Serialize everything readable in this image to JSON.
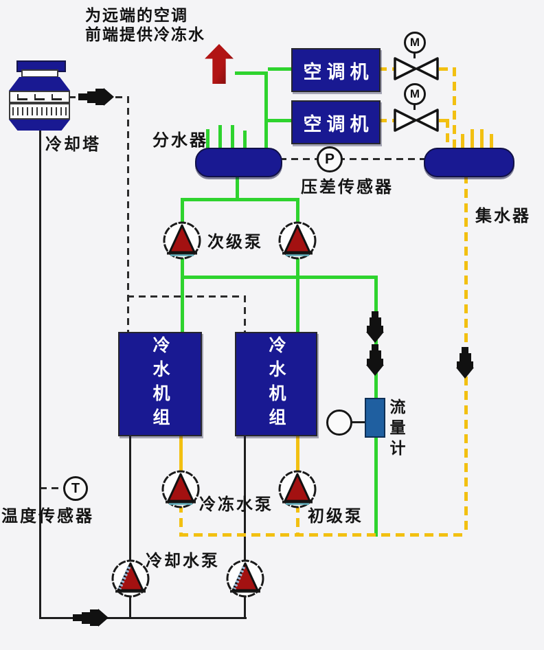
{
  "annotation": {
    "line1": "为远端的空调",
    "line2": "前端提供冷冻水"
  },
  "equipment": {
    "cooling_tower": "冷却塔",
    "distributor": "分水器",
    "collector": "集水器",
    "ac_unit_1": "空调机",
    "ac_unit_2": "空调机",
    "chiller_1": "冷水机组",
    "chiller_2": "冷水机组",
    "flow_meter": "流量计"
  },
  "pumps": {
    "secondary": "次级泵",
    "chilled_water": "冷冻水泵",
    "primary": "初级泵",
    "cooling_water": "冷却水泵"
  },
  "sensors": {
    "pressure_label": "压差传感器",
    "pressure_symbol": "P",
    "temperature_label": "温度传感器",
    "temperature_symbol": "T",
    "valve_motor_symbol": "M"
  },
  "colors": {
    "chilled_supply": "#2ed32e",
    "chilled_return": "#f2c011",
    "condenser_line": "#1d1d1d",
    "signal_line": "#2b2b2b",
    "equipment_blue": "#191992",
    "pump_red": "#a31111",
    "flow_meter_blue": "#1f5fa0",
    "arrow_red": "#b11414"
  }
}
